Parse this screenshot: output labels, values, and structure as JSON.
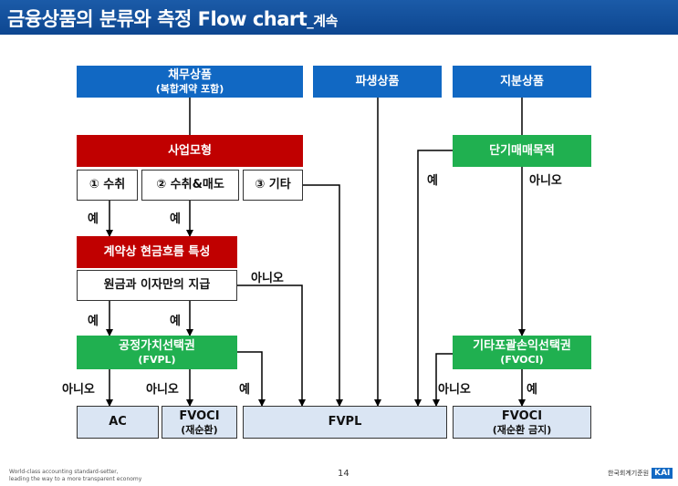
{
  "title": {
    "main": "금융상품의 분류와 측정 Flow chart",
    "suffix": "_계속"
  },
  "boxes": {
    "debt": {
      "main": "채무상품",
      "sub": "(복합계약 포함)"
    },
    "derivative": {
      "main": "파생상품"
    },
    "equity": {
      "main": "지분상품"
    },
    "business_model": {
      "main": "사업모형"
    },
    "option1": {
      "main": "① 수취"
    },
    "option2": {
      "main": "② 수취&매도"
    },
    "option3": {
      "main": "③ 기타"
    },
    "trading": {
      "main": "단기매매목적"
    },
    "cashflow": {
      "main": "계약상 현금흐름 특성"
    },
    "sppi": {
      "main": "원금과 이자만의 지급"
    },
    "fvo": {
      "main": "공정가치선택권",
      "sub": "(FVPL)"
    },
    "fvoci_option": {
      "main": "기타포괄손익선택권",
      "sub": "(FVOCI)"
    },
    "ac": {
      "main": "AC"
    },
    "fvoci_recycle": {
      "main": "FVOCI",
      "sub": "(재순환)"
    },
    "fvpl": {
      "main": "FVPL"
    },
    "fvoci_norecycle": {
      "main": "FVOCI",
      "sub": "(재순환 금지)"
    }
  },
  "labels": {
    "yes": "예",
    "no": "아니오"
  },
  "footer": {
    "line1": "World-class accounting standard-setter,",
    "line2": "leading the way to a more transparent economy",
    "page": "14",
    "logo_korean": "한국회계기준원",
    "logo_mark": "KAI"
  },
  "colors": {
    "header": "#0d4690",
    "blue_box": "#1168c3",
    "red_box": "#c00000",
    "green_box": "#20b050",
    "result_box": "#dae5f3"
  }
}
